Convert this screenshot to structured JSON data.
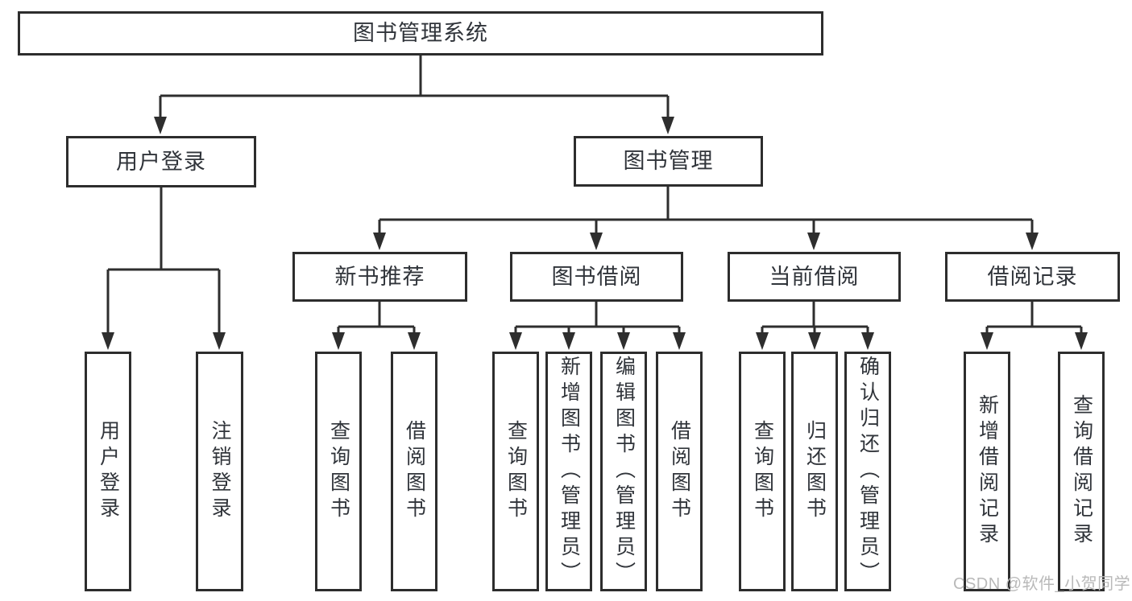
{
  "tree": {
    "root": "图书管理系统",
    "user_login": {
      "label": "用户登录",
      "children": [
        "用户登录",
        "注销登录"
      ]
    },
    "book_mgmt": {
      "label": "图书管理",
      "groups": [
        {
          "label": "新书推荐",
          "children": [
            "查询图书",
            "借阅图书"
          ]
        },
        {
          "label": "图书借阅",
          "children": [
            "查询图书",
            "新增图书（管理员）",
            "编辑图书（管理员）",
            "借阅图书"
          ]
        },
        {
          "label": "当前借阅",
          "children": [
            "查询图书",
            "归还图书",
            "确认归还（管理员）"
          ]
        },
        {
          "label": "借阅记录",
          "children": [
            "新增借阅记录",
            "查询借阅记录"
          ]
        }
      ]
    }
  },
  "watermark": {
    "text": "CSDN @软件_小贺同学"
  },
  "colors": {
    "line": "#2e2e2e",
    "box_border": "#2d2d2d",
    "box_bg": "#ffffff",
    "text": "#30343a",
    "watermark": "#b9b9b9",
    "background": "#ffffff"
  }
}
